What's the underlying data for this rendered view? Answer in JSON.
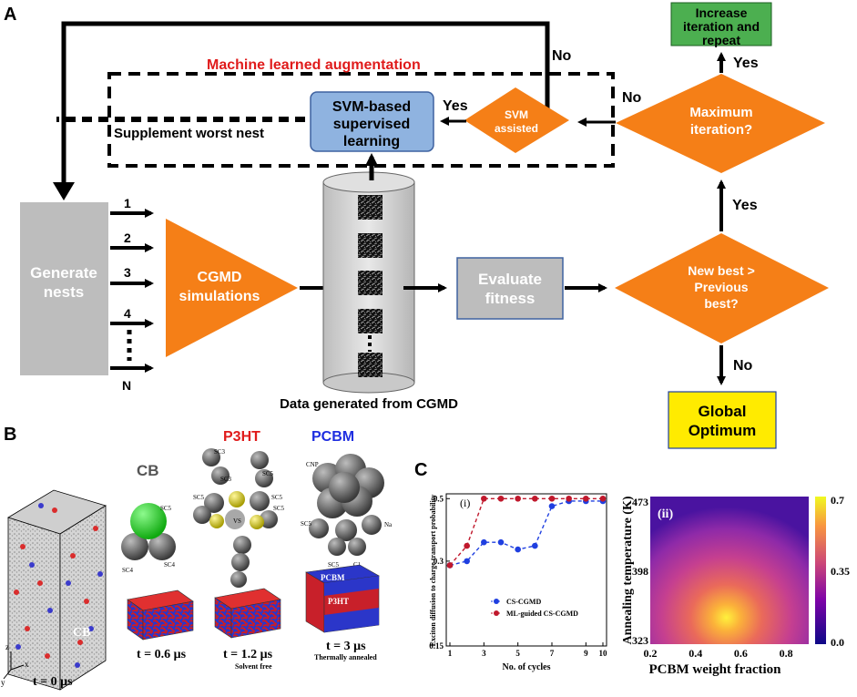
{
  "colors": {
    "orange": "#f57f17",
    "green": "#4caf50",
    "yellow": "#ffeb00",
    "gray_box": "#bdbdbd",
    "blue_box": "#8fb3e0",
    "red_text": "#e01b1b",
    "blue_text": "#1f2ee0",
    "heatmap_low": "#1c0d87",
    "heatmap_mid": "#c83a86",
    "heatmap_high": "#fcf43a"
  },
  "panel_a": {
    "label": "A",
    "augment_title": "Machine learned augmentation",
    "generate_nests": [
      "Generate",
      "nests"
    ],
    "nest_labels": [
      "1",
      "2",
      "3",
      "4",
      "N"
    ],
    "cgmd": [
      "CGMD",
      "simulations"
    ],
    "data_caption": "Data generated from CGMD",
    "evaluate": [
      "Evaluate",
      "fitness"
    ],
    "svm_learning": [
      "SVM-based",
      "supervised",
      "learning"
    ],
    "supplement": "Supplement worst nest",
    "svm_assisted": [
      "SVM",
      "assisted"
    ],
    "max_iteration": [
      "Maximum",
      "iteration?"
    ],
    "new_best": [
      "New best >",
      "Previous",
      "best?"
    ],
    "increase": [
      "Increase",
      "iteration and",
      "repeat"
    ],
    "global_opt": [
      "Global",
      "Optimum"
    ],
    "yes": "Yes",
    "no": "No"
  },
  "panel_b": {
    "label": "B",
    "cb": "CB",
    "p3ht": "P3HT",
    "pcbm": "PCBM",
    "cb_inbox": "CB",
    "t0": "t = 0 μs",
    "t06": "t = 0.6 μs",
    "t12": "t = 1.2 μs",
    "t12_sub": "Solvent free",
    "t3": "t = 3 μs",
    "t3_sub": "Thermally annealed",
    "box_pcbm": "PCBM",
    "box_p3ht": "P3HT",
    "cb_atoms": [
      "SC5",
      "SC4",
      "SC4"
    ],
    "p3ht_atoms": [
      "SC3",
      "SC3",
      "SC5",
      "SC5",
      "SC5",
      "SC5",
      "VS"
    ],
    "pcbm_atoms": [
      "CNP",
      "SC5",
      "Na",
      "SC5",
      "C1"
    ],
    "axes": [
      "z",
      "x",
      "y"
    ]
  },
  "panel_c": {
    "label": "C",
    "sub_i": "(i)",
    "sub_ii": "(ii)",
    "chart_data": [
      {
        "type": "line",
        "xlabel": "No. of cycles",
        "ylabel": "Exciton diffusion to charge transport probability",
        "x": [
          1,
          2,
          3,
          4,
          5,
          6,
          7,
          8,
          9,
          10
        ],
        "xticks": [
          "1",
          "3",
          "5",
          "7",
          "9",
          "10"
        ],
        "yticks": [
          "0.15",
          "0.3",
          "0.5"
        ],
        "ylim": [
          0.15,
          0.52
        ],
        "series": [
          {
            "name": "CS-CGMD",
            "color": "#1f3fe0",
            "values": [
              0.29,
              0.3,
              0.35,
              0.35,
              0.33,
              0.34,
              0.47,
              0.49,
              0.49,
              0.49
            ]
          },
          {
            "name": "ML-guided CS-CGMD",
            "color": "#c0182c",
            "values": [
              0.29,
              0.34,
              0.5,
              0.5,
              0.5,
              0.5,
              0.5,
              0.5,
              0.5,
              0.5
            ]
          }
        ],
        "legend": "bottom-right"
      },
      {
        "type": "heatmap",
        "xlabel": "PCBM weight fraction",
        "ylabel": "Annealing temperature (K)",
        "xticks": [
          "0.2",
          "0.4",
          "0.6",
          "0.8"
        ],
        "yticks": [
          "323",
          "398",
          "473"
        ],
        "xlim": [
          0.2,
          0.9
        ],
        "ylim": [
          323,
          473
        ],
        "colorbar_ticks": [
          "0.7",
          "0.35",
          "0.0"
        ],
        "colorbar_range": [
          0.0,
          0.7
        ],
        "peak": {
          "x": 0.55,
          "y": 340
        }
      }
    ]
  }
}
